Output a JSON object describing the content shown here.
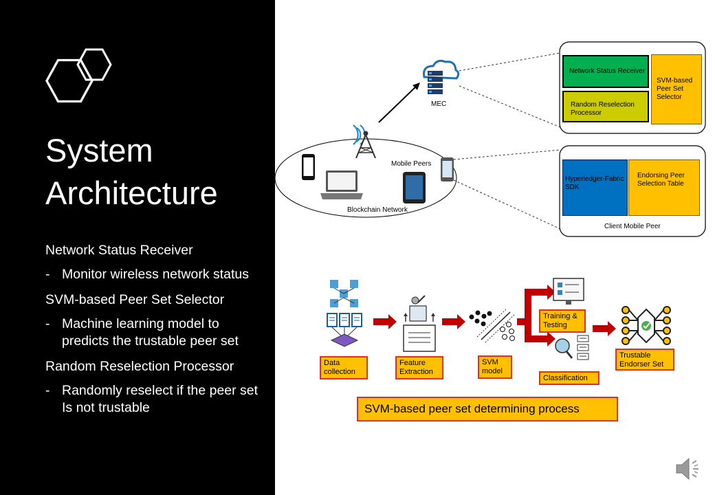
{
  "slide": {
    "title_line1": "System",
    "title_line2": "Architecture"
  },
  "bullets": [
    {
      "head": "Network Status Receiver",
      "sub": "Monitor wireless network status"
    },
    {
      "head": "SVM-based Peer Set Selector",
      "sub": "Machine learning model to predicts the trustable peer set"
    },
    {
      "head": "Random Reselection Processor",
      "sub": "Randomly reselect if the peer set Is not trustable"
    }
  ],
  "bullet_dash": "-",
  "architecture": {
    "mec_label": "MEC",
    "mobile_peers_label": "Mobile Peers",
    "blockchain_network_label": "Blockchain Network",
    "mec_modules": {
      "network_status_receiver": "Network Status Receiver",
      "random_reselection_processor": "Random Reselection Processor",
      "svm_selector": "SVM-based Peer Set Selector"
    },
    "client": {
      "sdk": "Hyperledger-Fabric SDK",
      "endorsing_table": "Endorsing Peer Selection Table",
      "caption": "Client Mobile Peer"
    }
  },
  "process": {
    "steps": {
      "data_collection": "Data collection",
      "feature_extraction": "Feature Extraction",
      "svm_model": "SVM model",
      "training_testing": "Training & Testing",
      "classification": "Classification",
      "trustable_endorser_set": "Trustable Endorser Set"
    },
    "caption": "SVM-based peer set determining process"
  },
  "colors": {
    "green": "#00b050",
    "olive": "#cccc00",
    "gold": "#ffc000",
    "blue": "#0070c0",
    "red_arrow": "#c00000",
    "red_border": "#e03020"
  },
  "icons": [
    "hexagon-logo-icon",
    "cloud-server-icon",
    "antenna-tower-icon",
    "smartphone-icon",
    "laptop-icon",
    "tablet-icon",
    "speaker-icon"
  ]
}
